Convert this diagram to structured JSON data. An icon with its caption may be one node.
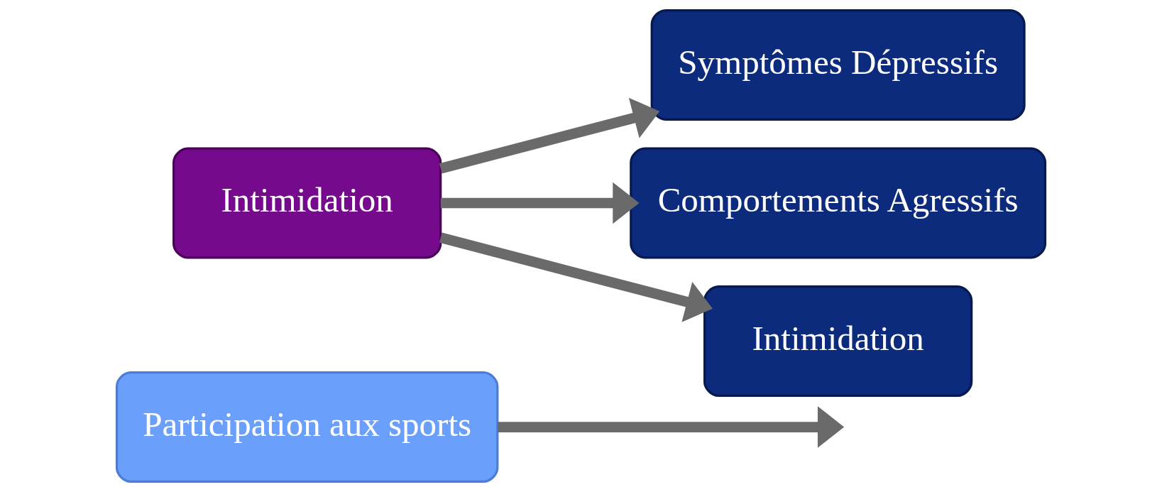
{
  "diagram": {
    "nodes": [
      {
        "text": [
          "Participation aux sports"
        ]
      },
      {
        "text": [
          "Intimidation"
        ]
      },
      {
        "text": [
          "Symptômes Dépressifs"
        ]
      },
      {
        "text": [
          "Comportements Agressifs"
        ]
      },
      {
        "text": [
          "Intimidation"
        ]
      }
    ],
    "edges": [
      {
        "from": 0,
        "to": null,
        "arrow": "to"
      },
      {
        "from": 1,
        "to": 2,
        "arrow": "to"
      },
      {
        "from": 1,
        "to": 3,
        "arrow": "to"
      },
      {
        "from": 1,
        "to": 4,
        "arrow": "to"
      }
    ]
  }
}
